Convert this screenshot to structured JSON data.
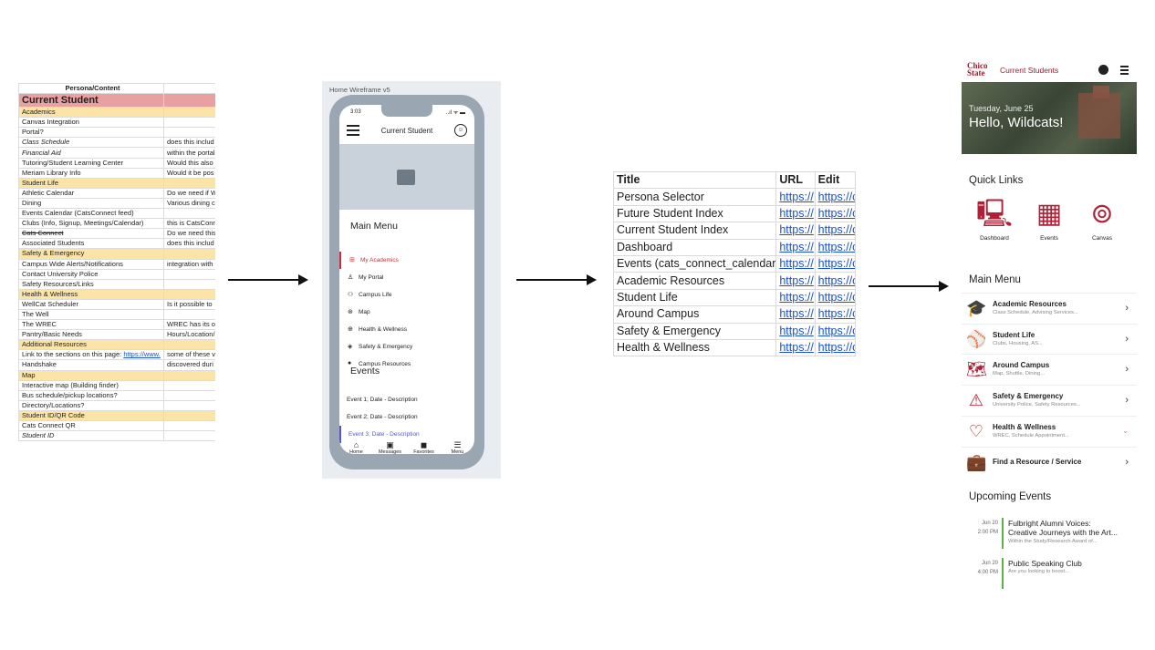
{
  "sheet": {
    "header": "Persona/Content",
    "title": "Current Student",
    "rows": [
      {
        "a": "Academics",
        "b": "",
        "kind": "section"
      },
      {
        "a": "Canvas Integration",
        "b": ""
      },
      {
        "a": "Portal?",
        "b": ""
      },
      {
        "a": "Class Schedule",
        "b": "does this includ",
        "kind": "it"
      },
      {
        "a": "Financial Aid",
        "b": "within the portal",
        "kind": "it"
      },
      {
        "a": "Tutoring/Student Learning Center",
        "b": "Would this also"
      },
      {
        "a": "Meriam Library Info",
        "b": "Would it be pos"
      },
      {
        "a": "Student Life",
        "b": "",
        "kind": "section"
      },
      {
        "a": "Athletic Calendar",
        "b": "Do we need if W"
      },
      {
        "a": "Dining",
        "b": "Various dining c"
      },
      {
        "a": "Events Calendar (CatsConnect feed)",
        "b": ""
      },
      {
        "a": "Clubs (Info, Signup, Meetings/Calendar)",
        "b": "this is CatsConn"
      },
      {
        "a": "Cats Connect",
        "b": "Do we need this",
        "kind": "strike"
      },
      {
        "a": "Associated Students",
        "b": "does this includ"
      },
      {
        "a": "Safety & Emergency",
        "b": "",
        "kind": "section"
      },
      {
        "a": "Campus Wide Alerts/Notifications",
        "b": "integration with"
      },
      {
        "a": "Contact University Police",
        "b": ""
      },
      {
        "a": "Safety Resources/Links",
        "b": ""
      },
      {
        "a": "Health & Wellness",
        "b": "",
        "kind": "section"
      },
      {
        "a": "WellCat Scheduler",
        "b": "Is it possible to"
      },
      {
        "a": "The Well",
        "b": ""
      },
      {
        "a": "The WREC",
        "b": "WREC has its o"
      },
      {
        "a": "Pantry/Basic Needs",
        "b": "Hours/Location/"
      },
      {
        "a": "Additional Resources",
        "b": "",
        "kind": "section"
      },
      {
        "a": "Link to the sections on this page: https://www.",
        "b": "some of these v",
        "kind": "link"
      },
      {
        "a": "Handshake",
        "b": "discovered duri"
      },
      {
        "a": "Map",
        "b": "",
        "kind": "section"
      },
      {
        "a": "Interactive map (Building finder)",
        "b": ""
      },
      {
        "a": "Bus schedule/pickup locations?",
        "b": ""
      },
      {
        "a": "Directory/Locations?",
        "b": ""
      },
      {
        "a": "Student ID/QR Code",
        "b": "",
        "kind": "section"
      },
      {
        "a": "Cats Connect QR",
        "b": ""
      },
      {
        "a": "Student ID",
        "b": "",
        "kind": "it"
      }
    ]
  },
  "wireframe": {
    "label": "Home Wireframe v5",
    "time": "3:03",
    "status": "..ıl ᯤ ▬",
    "title": "Current Student",
    "main_menu": "Main Menu",
    "menu": [
      {
        "icon": "⊞",
        "label": "My Academics",
        "active": true
      },
      {
        "icon": "♙",
        "label": "My Portal"
      },
      {
        "icon": "⚇",
        "label": "Campus Life"
      },
      {
        "icon": "⊛",
        "label": "Map"
      },
      {
        "icon": "⊕",
        "label": "Health & Wellness"
      },
      {
        "icon": "◈",
        "label": "Safety & Emergency"
      },
      {
        "icon": "●",
        "label": "Campus Resources"
      }
    ],
    "events_heading": "Events",
    "events": [
      {
        "label": "Event 1; Date - Description"
      },
      {
        "label": "Event 2; Date - Description"
      },
      {
        "label": "Event 3; Date - Description",
        "active": true
      }
    ],
    "nav": [
      {
        "icon": "⌂",
        "label": "Home"
      },
      {
        "icon": "▣",
        "label": "Messages"
      },
      {
        "icon": "◼",
        "label": "Favorites"
      },
      {
        "icon": "☰",
        "label": "Menu"
      }
    ]
  },
  "urls": {
    "headers": [
      "Title",
      "URL",
      "Edit"
    ],
    "rows": [
      {
        "title": "Persona Selector",
        "url": "https://",
        "edit": "https://c"
      },
      {
        "title": "Future Student Index",
        "url": "https://",
        "edit": "https://c"
      },
      {
        "title": "Current Student Index",
        "url": "https://",
        "edit": "https://c"
      },
      {
        "title": "Dashboard",
        "url": "https://",
        "edit": "https://c"
      },
      {
        "title": "Events (cats_connect_calendar)",
        "url": "https://",
        "edit": "https://c"
      },
      {
        "title": "Academic Resources",
        "url": "https://",
        "edit": "https://c"
      },
      {
        "title": "Student Life",
        "url": "https://",
        "edit": "https://c"
      },
      {
        "title": "Around Campus",
        "url": "https://",
        "edit": "https://c"
      },
      {
        "title": "Safety & Emergency",
        "url": "https://",
        "edit": "https://c"
      },
      {
        "title": "Health & Wellness",
        "url": "https://",
        "edit": "https://c"
      }
    ]
  },
  "app": {
    "logo_line1": "Chico",
    "logo_line2": "State",
    "nav_title": "Current Students",
    "date": "Tuesday, June 25",
    "greeting": "Hello, Wildcats!",
    "quick_links_heading": "Quick Links",
    "quick_links": [
      {
        "icon": "🖳",
        "label": "Dashboard"
      },
      {
        "icon": "▦",
        "label": "Events"
      },
      {
        "icon": "⊚",
        "label": "Canvas"
      }
    ],
    "main_menu_heading": "Main Menu",
    "menu": [
      {
        "icon": "🎓",
        "title": "Academic Resources",
        "sub": "Class Schedule, Advising Services...",
        "chev": "›"
      },
      {
        "icon": "⚾",
        "title": "Student Life",
        "sub": "Clubs, Housing, AS...",
        "chev": "›"
      },
      {
        "icon": "🗺",
        "title": "Around Campus",
        "sub": "Map, Shuttle, Dining...",
        "chev": "›"
      },
      {
        "icon": "⚠",
        "title": "Safety & Emergency",
        "sub": "University Police, Safety Resources...",
        "chev": "›"
      },
      {
        "icon": "♡",
        "title": "Health & Wellness",
        "sub": "WREC, Schedule Appointment...",
        "chev": "⌄"
      },
      {
        "icon": "💼",
        "title": "Find a Resource / Service",
        "sub": "",
        "chev": "›"
      }
    ],
    "upcoming_heading": "Upcoming Events",
    "events": [
      {
        "date": "Jun 20",
        "time": "2:00 PM",
        "title1": "Fulbright Alumni Voices:",
        "title2": "Creative Journeys with the Art...",
        "desc": "Within the Study/Research Award of..."
      },
      {
        "date": "Jun 20",
        "time": "4:00 PM",
        "title1": "Public Speaking Club",
        "title2": "",
        "desc": "Are you looking to boost..."
      }
    ]
  },
  "colors": {
    "brand": "#9e1b32",
    "section": "#fce4a6",
    "title_row": "#e8a0a0",
    "link": "#1a4fd6",
    "event_bar": "#5fae47",
    "wire_active": "#c8313a",
    "wire_event_active": "#5557c8"
  }
}
